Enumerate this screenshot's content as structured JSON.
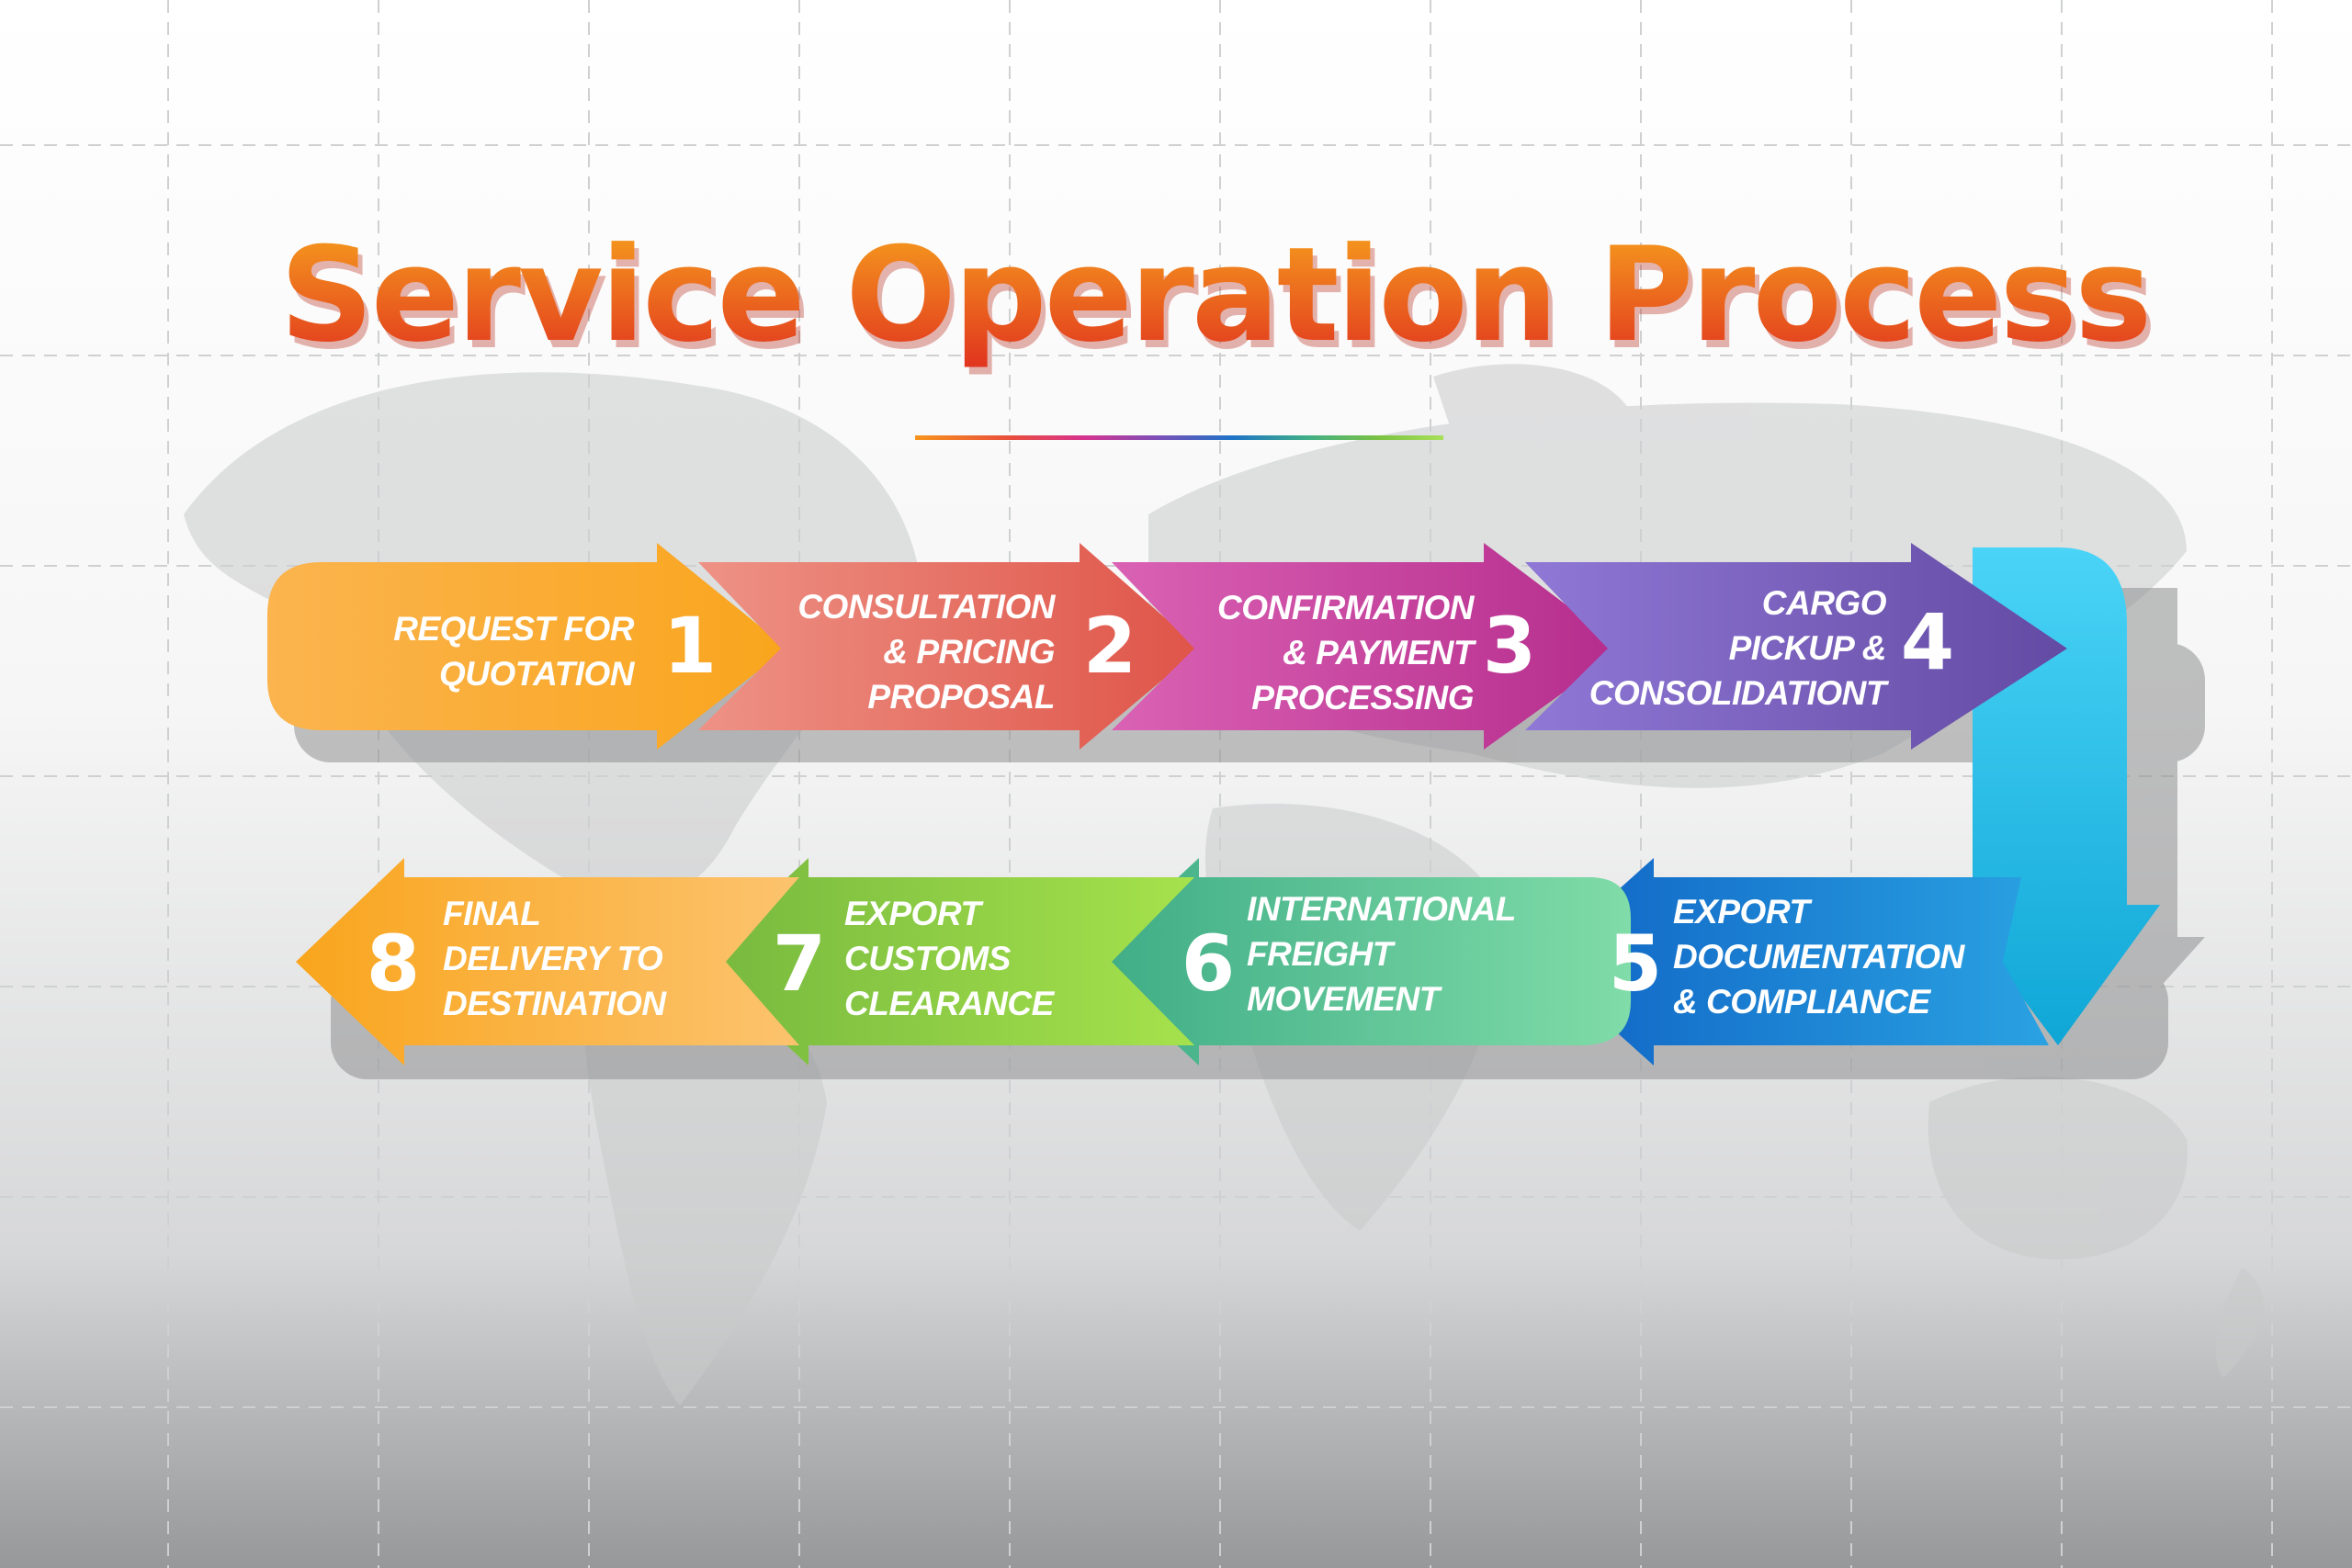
{
  "title": "Service Operation Process",
  "colors": {
    "title_top": "#f7941d",
    "title_bottom": "#e0311f",
    "orange": "#f9a825",
    "red": "#e05a4f",
    "magenta": "#b8328f",
    "purple": "#6a4fa8",
    "cyan": "#1fb3e0",
    "blue": "#1565c0",
    "teal": "#3fae88",
    "green": "#7cc242"
  },
  "steps": [
    {
      "number": "1",
      "lines": [
        "REQUEST FOR",
        "QUOTATION"
      ]
    },
    {
      "number": "2",
      "lines": [
        "CONSULTATION",
        "& PRICING",
        "PROPOSAL"
      ]
    },
    {
      "number": "3",
      "lines": [
        "CONFIRMATION",
        "& PAYMENT",
        "PROCESSING"
      ]
    },
    {
      "number": "4",
      "lines": [
        "CARGO",
        "PICKUP &",
        "CONSOLIDATIONT"
      ]
    },
    {
      "number": "5",
      "lines": [
        "EXPORT",
        "DOCUMENTATION",
        "& COMPLIANCE"
      ]
    },
    {
      "number": "6",
      "lines": [
        "INTERNATIONAL",
        "FREIGHT",
        "MOVEMENT"
      ]
    },
    {
      "number": "7",
      "lines": [
        "EXPORT",
        "CUSTOMS",
        "CLEARANCE"
      ]
    },
    {
      "number": "8",
      "lines": [
        "FINAL",
        "DELIVERY TO",
        "DESTINATION"
      ]
    }
  ]
}
